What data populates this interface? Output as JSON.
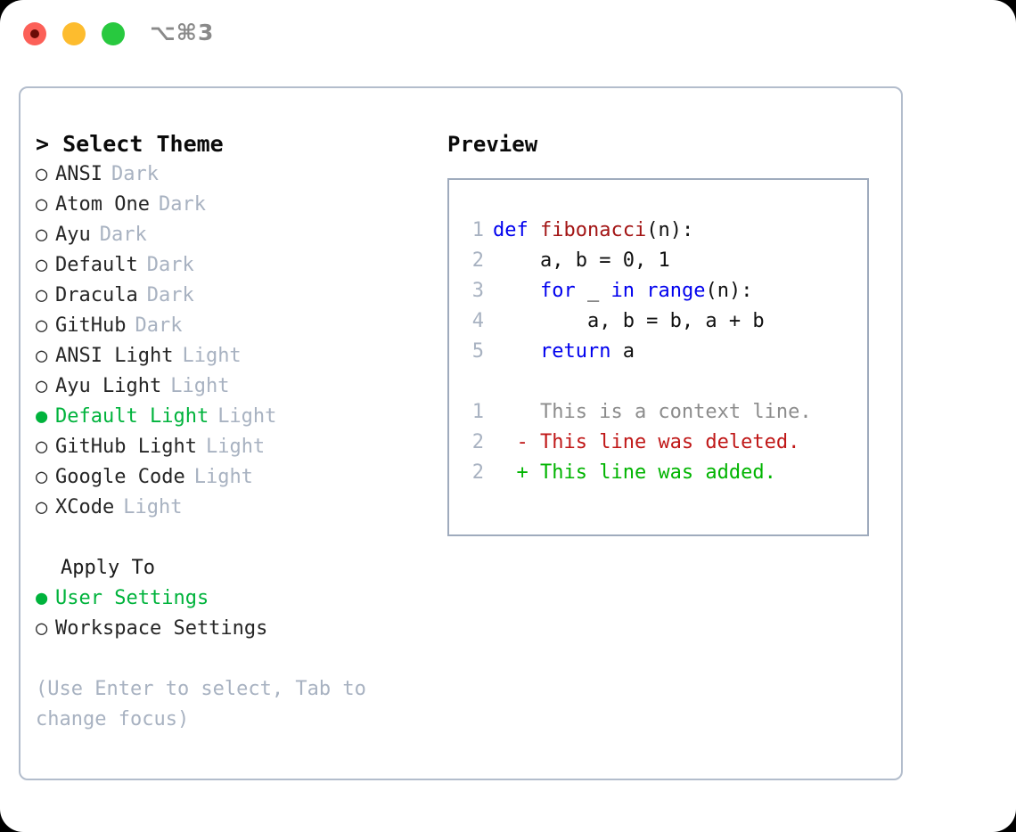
{
  "window": {
    "shortcut": "⌥⌘3",
    "traffic_lights": [
      {
        "name": "close-button",
        "color": "#fc6058"
      },
      {
        "name": "minimize-button",
        "color": "#fdbc2e"
      },
      {
        "name": "maximize-button",
        "color": "#28c93f"
      }
    ]
  },
  "theme_picker": {
    "header": "> Select Theme",
    "bullet_unselected": "○",
    "bullet_selected": "●",
    "themes": [
      {
        "name": "ANSI",
        "category": "Dark",
        "selected": false
      },
      {
        "name": "Atom One",
        "category": "Dark",
        "selected": false
      },
      {
        "name": "Ayu",
        "category": "Dark",
        "selected": false
      },
      {
        "name": "Default",
        "category": "Dark",
        "selected": false
      },
      {
        "name": "Dracula",
        "category": "Dark",
        "selected": false
      },
      {
        "name": "GitHub",
        "category": "Dark",
        "selected": false
      },
      {
        "name": "ANSI Light",
        "category": "Light",
        "selected": false
      },
      {
        "name": "Ayu Light",
        "category": "Light",
        "selected": false
      },
      {
        "name": "Default Light",
        "category": "Light",
        "selected": true
      },
      {
        "name": "GitHub Light",
        "category": "Light",
        "selected": false
      },
      {
        "name": "Google Code",
        "category": "Light",
        "selected": false
      },
      {
        "name": "XCode",
        "category": "Light",
        "selected": false
      }
    ]
  },
  "apply_to": {
    "header": "Apply To",
    "options": [
      {
        "label": "User Settings",
        "selected": true
      },
      {
        "label": "Workspace Settings",
        "selected": false
      }
    ]
  },
  "hint": "(Use Enter to select, Tab to change focus)",
  "preview": {
    "title": "Preview",
    "code_lines": [
      {
        "no": "1",
        "tokens": [
          {
            "t": "def ",
            "c": "kw"
          },
          {
            "t": "fibonacci",
            "c": "fn"
          },
          {
            "t": "(n):",
            "c": "plain"
          }
        ]
      },
      {
        "no": "2",
        "tokens": [
          {
            "t": "    a, b = ",
            "c": "plain"
          },
          {
            "t": "0",
            "c": "num"
          },
          {
            "t": ", ",
            "c": "plain"
          },
          {
            "t": "1",
            "c": "num"
          }
        ]
      },
      {
        "no": "3",
        "tokens": [
          {
            "t": "    ",
            "c": "plain"
          },
          {
            "t": "for",
            "c": "kw"
          },
          {
            "t": " _ ",
            "c": "plain"
          },
          {
            "t": "in",
            "c": "kw"
          },
          {
            "t": " ",
            "c": "plain"
          },
          {
            "t": "range",
            "c": "kw"
          },
          {
            "t": "(n):",
            "c": "plain"
          }
        ]
      },
      {
        "no": "4",
        "tokens": [
          {
            "t": "        a, b = b, a + b",
            "c": "plain"
          }
        ]
      },
      {
        "no": "5",
        "tokens": [
          {
            "t": "    ",
            "c": "plain"
          },
          {
            "t": "return",
            "c": "kw"
          },
          {
            "t": " a",
            "c": "plain"
          }
        ]
      }
    ],
    "diff_lines": [
      {
        "no": "1",
        "marker": "  ",
        "text": "This is a context line.",
        "kind": "ctx"
      },
      {
        "no": "2",
        "marker": "- ",
        "text": "This line was deleted.",
        "kind": "del"
      },
      {
        "no": "2",
        "marker": "+ ",
        "text": "This line was added.",
        "kind": "add"
      }
    ]
  },
  "colors": {
    "accent_green": "#00b33c",
    "muted": "#a8b2c1",
    "keyword_blue": "#0000ee",
    "function_red": "#a31515",
    "diff_deleted": "#c01818",
    "diff_added": "#00b400",
    "panel_border": "#b3bdcc"
  }
}
